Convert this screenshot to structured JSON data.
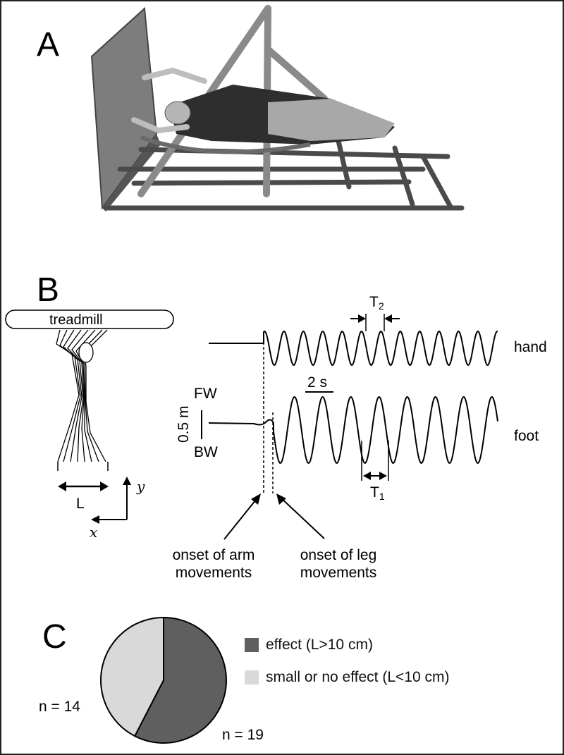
{
  "panels": {
    "a": {
      "letter": "A"
    },
    "b": {
      "letter": "B",
      "treadmill_label": "treadmill",
      "stride_label": "L",
      "axis_x": "x",
      "axis_y": "y",
      "hand_label": "hand",
      "foot_label": "foot",
      "fw_label": "FW",
      "bw_label": "BW",
      "scale_m": "0.5 m",
      "scale_s": "2 s",
      "t1": {
        "base": "T",
        "sub": "1"
      },
      "t2": {
        "base": "T",
        "sub": "2"
      },
      "onset_arm": [
        "onset of arm",
        "movements"
      ],
      "onset_leg": [
        "onset of leg",
        "movements"
      ]
    },
    "c": {
      "letter": "C"
    }
  },
  "colors": {
    "effect": "#5f5f5f",
    "no_effect": "#d9d9d9",
    "frame": "#222222"
  },
  "chart_data": {
    "type": "pie",
    "slices": [
      {
        "label": "effect (L>10 cm)",
        "count_label": "n = 19",
        "value": 19,
        "color": "#5f5f5f"
      },
      {
        "label": "small or no effect (L<10 cm)",
        "count_label": "n = 14",
        "value": 14,
        "color": "#d9d9d9"
      }
    ]
  }
}
